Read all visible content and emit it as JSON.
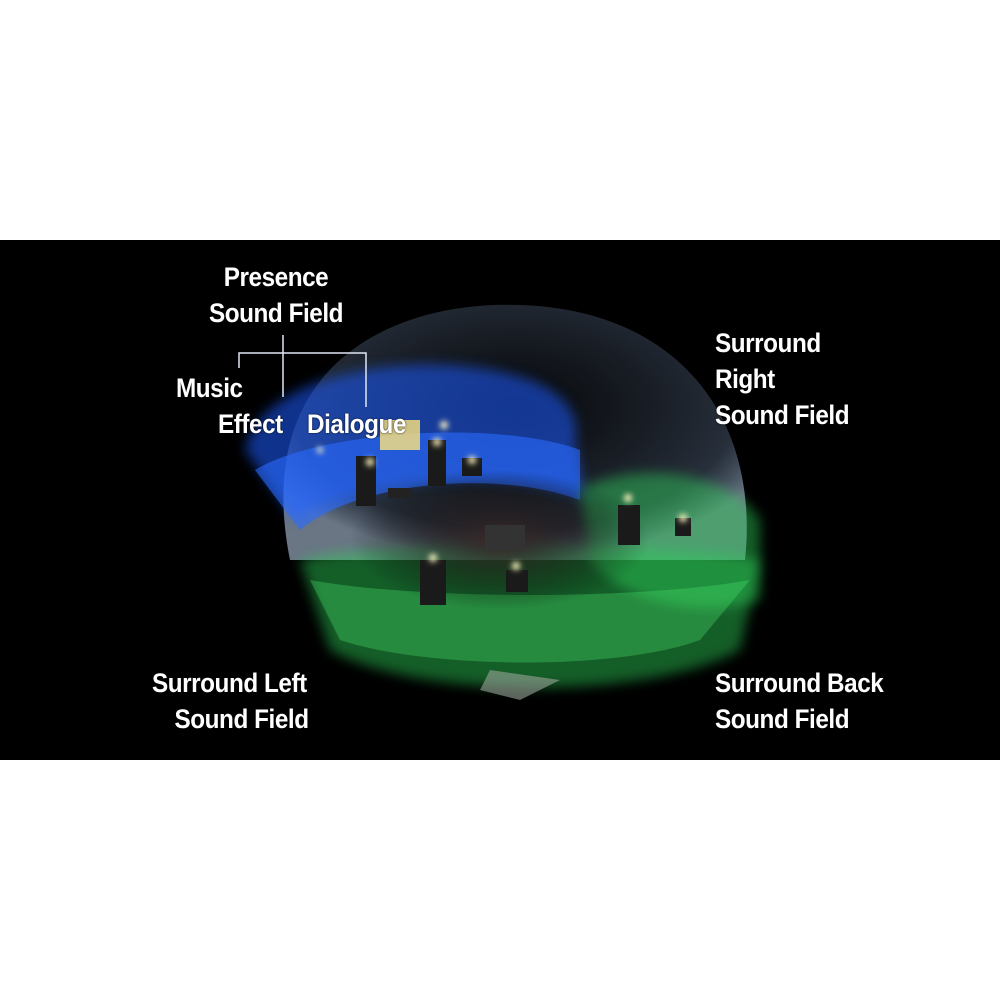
{
  "labels": {
    "presence_line1": "Presence",
    "presence_line2": "Sound Field",
    "music": "Music",
    "effect": "Effect",
    "dialogue": "Dialogue",
    "surround_right_line1": "Surround",
    "surround_right_line2": "Right",
    "surround_right_line3": "Sound Field",
    "surround_left_line1": "Surround Left",
    "surround_left_line2": "Sound Field",
    "surround_back_line1": "Surround Back",
    "surround_back_line2": "Sound Field"
  },
  "colors": {
    "background": "#000000",
    "presence_field": "#1f5bff",
    "surround_field": "#2fd05a",
    "dome": "#8fa8c8"
  }
}
